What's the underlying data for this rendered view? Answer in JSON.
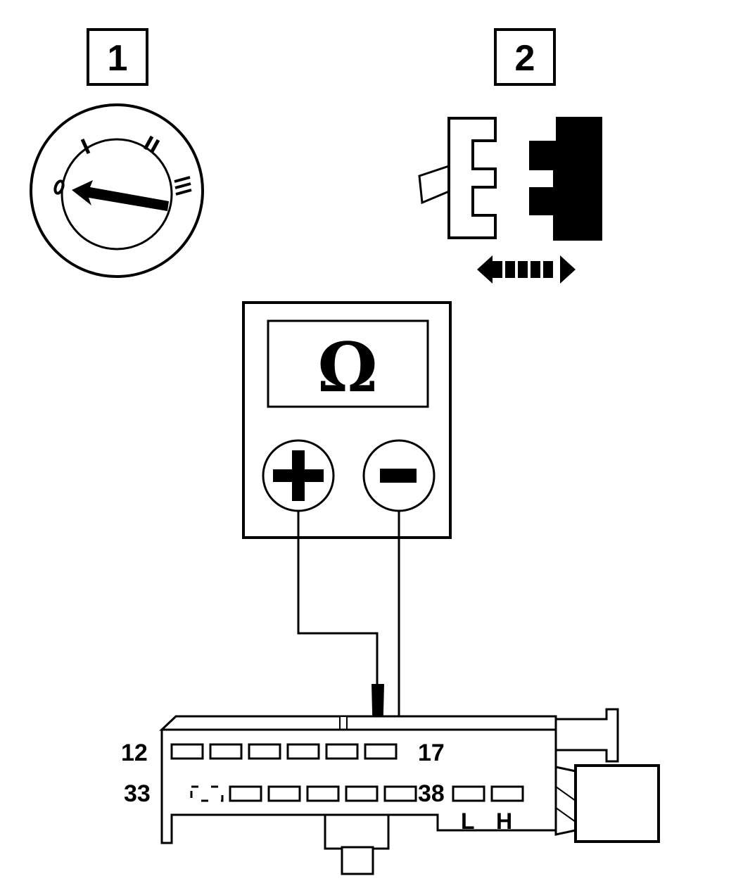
{
  "steps": [
    {
      "label": "1"
    },
    {
      "label": "2"
    }
  ],
  "ignition_switch": {
    "positions": [
      "0",
      "I",
      "II",
      "III"
    ]
  },
  "multimeter": {
    "display_symbol": "Ω",
    "plus_label": "+",
    "minus_label": "−"
  },
  "connector": {
    "upper_row_start": "12",
    "upper_row_end": "17",
    "lower_row_start": "33",
    "lower_row_end": "38",
    "low_label": "L",
    "high_label": "H"
  }
}
